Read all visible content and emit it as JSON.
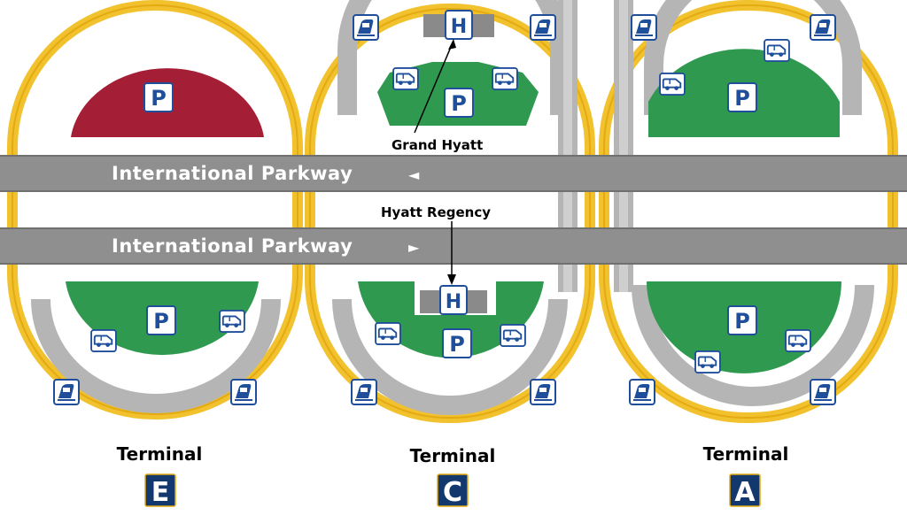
{
  "roads": {
    "upper": {
      "label": "International Parkway",
      "arrow": "◄"
    },
    "lower": {
      "label": "International Parkway",
      "arrow": "►"
    }
  },
  "hotels": {
    "grand_hyatt": {
      "label": "Grand Hyatt",
      "symbol": "H"
    },
    "hyatt_regency": {
      "label": "Hyatt Regency",
      "symbol": "H"
    }
  },
  "parking_symbol": "P",
  "terminals": [
    {
      "word": "Terminal",
      "letter": "E"
    },
    {
      "word": "Terminal",
      "letter": "C"
    },
    {
      "word": "Terminal",
      "letter": "A"
    }
  ],
  "icons": {
    "train": "train-icon",
    "shuttle": "shuttle-icon",
    "parking": "parking-icon",
    "hotel": "hotel-icon"
  },
  "colors": {
    "loop_outline": "#f2c12e",
    "concourse": "#b5b5b5",
    "road": "#8f8f8f",
    "parking_green": "#2f9a4f",
    "parking_red": "#a41e35",
    "icon_blue": "#1f4f9a",
    "letter_badge": "#12386e"
  }
}
